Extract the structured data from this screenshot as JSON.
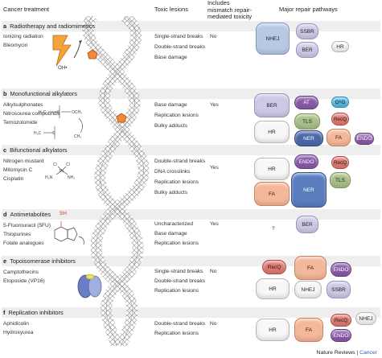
{
  "headers": {
    "cancer_treatment": "Cancer treatment",
    "toxic_lesions": "Toxic lesions",
    "mismatch": "Includes mismatch repair-mediated toxicity",
    "pathways": "Major repair pathways"
  },
  "sections": [
    {
      "letter": "a",
      "title": "Radiotherapy and radiomimetics",
      "agents": [
        "Ionizing radiation",
        "Bleomycin"
      ],
      "lesions": [
        "Single-strand breaks",
        "Double-strand breaks",
        "Base damage"
      ],
      "mismatch": "No",
      "pathways": [
        "NHEJ",
        "SSBR",
        "BER",
        "HR"
      ]
    },
    {
      "letter": "b",
      "title": "Monofunctional alkylators",
      "agents": [
        "Alkylsulphonates",
        "Nitrosourea compounds",
        "Temozolomide"
      ],
      "lesions": [
        "Base damage",
        "Replication lesions",
        "Bulky adducts"
      ],
      "mismatch": "Yes",
      "pathways": [
        "BER",
        "AT",
        "O⁶G",
        "TLS",
        "RecQ",
        "HR",
        "NER",
        "FA",
        "ENDO"
      ]
    },
    {
      "letter": "c",
      "title": "Bifunctional alkylators",
      "agents": [
        "Nitrogen mustard",
        "Mitomycin C",
        "Cisplatin"
      ],
      "lesions": [
        "Double-strand breaks",
        "DNA crosslinks",
        "Replication lesions",
        "Bulky adducts"
      ],
      "mismatch": "Yes",
      "pathways": [
        "HR",
        "ENDO",
        "RecQ",
        "TLS",
        "FA",
        "NER"
      ]
    },
    {
      "letter": "d",
      "title": "Antimetabolites",
      "agents": [
        "5-Fluorouracil (5FU)",
        "Thiopurines",
        "Folate analogues"
      ],
      "lesions": [
        "Uncharacterized",
        "Base damage",
        "Replication lesions"
      ],
      "mismatch": "Yes",
      "unknown": "?",
      "pathways": [
        "BER"
      ]
    },
    {
      "letter": "e",
      "title": "Topoisomerase inhibitors",
      "agents": [
        "Camptothecins",
        "Etoposide (VP16)"
      ],
      "lesions": [
        "Single-strand breaks",
        "Double-strand breaks",
        "Replication lesions"
      ],
      "mismatch": "No",
      "pathways": [
        "RecQ",
        "FA",
        "ENDO",
        "HR",
        "NHEJ",
        "SSBR"
      ]
    },
    {
      "letter": "f",
      "title": "Replication inhibitors",
      "agents": [
        "Aphidicolin",
        "Hydroxyurea"
      ],
      "lesions": [
        "Double-strand breaks",
        "Replication lesions"
      ],
      "mismatch": "No",
      "pathways": [
        "HR",
        "FA",
        "RecQ",
        "NHEJ",
        "ENDO"
      ]
    }
  ],
  "chem": {
    "oh": "OH•",
    "sh": "SH"
  },
  "footer": {
    "journal": "Nature Reviews",
    "sep": " | ",
    "section": "Cancer"
  }
}
